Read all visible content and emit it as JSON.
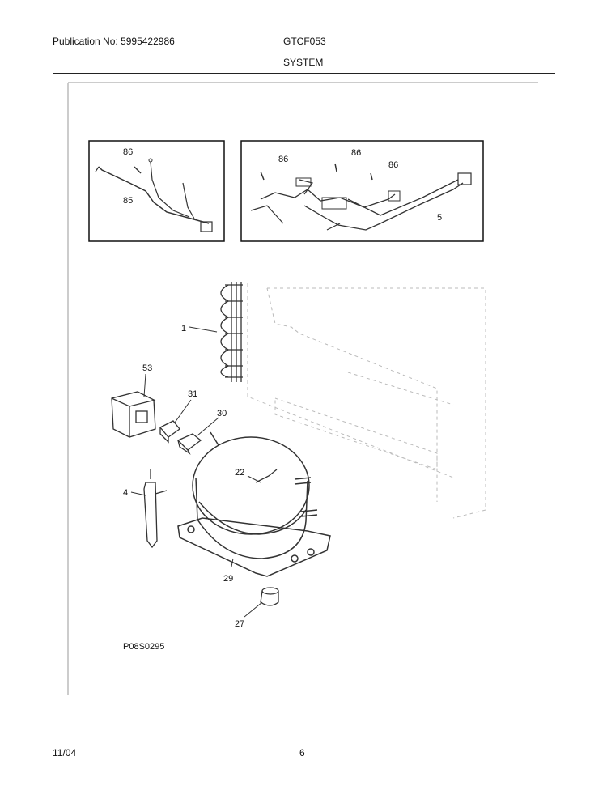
{
  "header": {
    "publication": "Publication No: 5995422986",
    "model": "GTCF053",
    "section": "SYSTEM"
  },
  "parts": {
    "p86a": "86",
    "p85": "85",
    "p86b": "86",
    "p86c": "86",
    "p86d": "86",
    "p5": "5",
    "p1": "1",
    "p53": "53",
    "p31": "31",
    "p30": "30",
    "p22": "22",
    "p4": "4",
    "p29": "29",
    "p27": "27"
  },
  "figure_code": "P08S0295",
  "footer": {
    "date": "11/04",
    "page": "6"
  }
}
